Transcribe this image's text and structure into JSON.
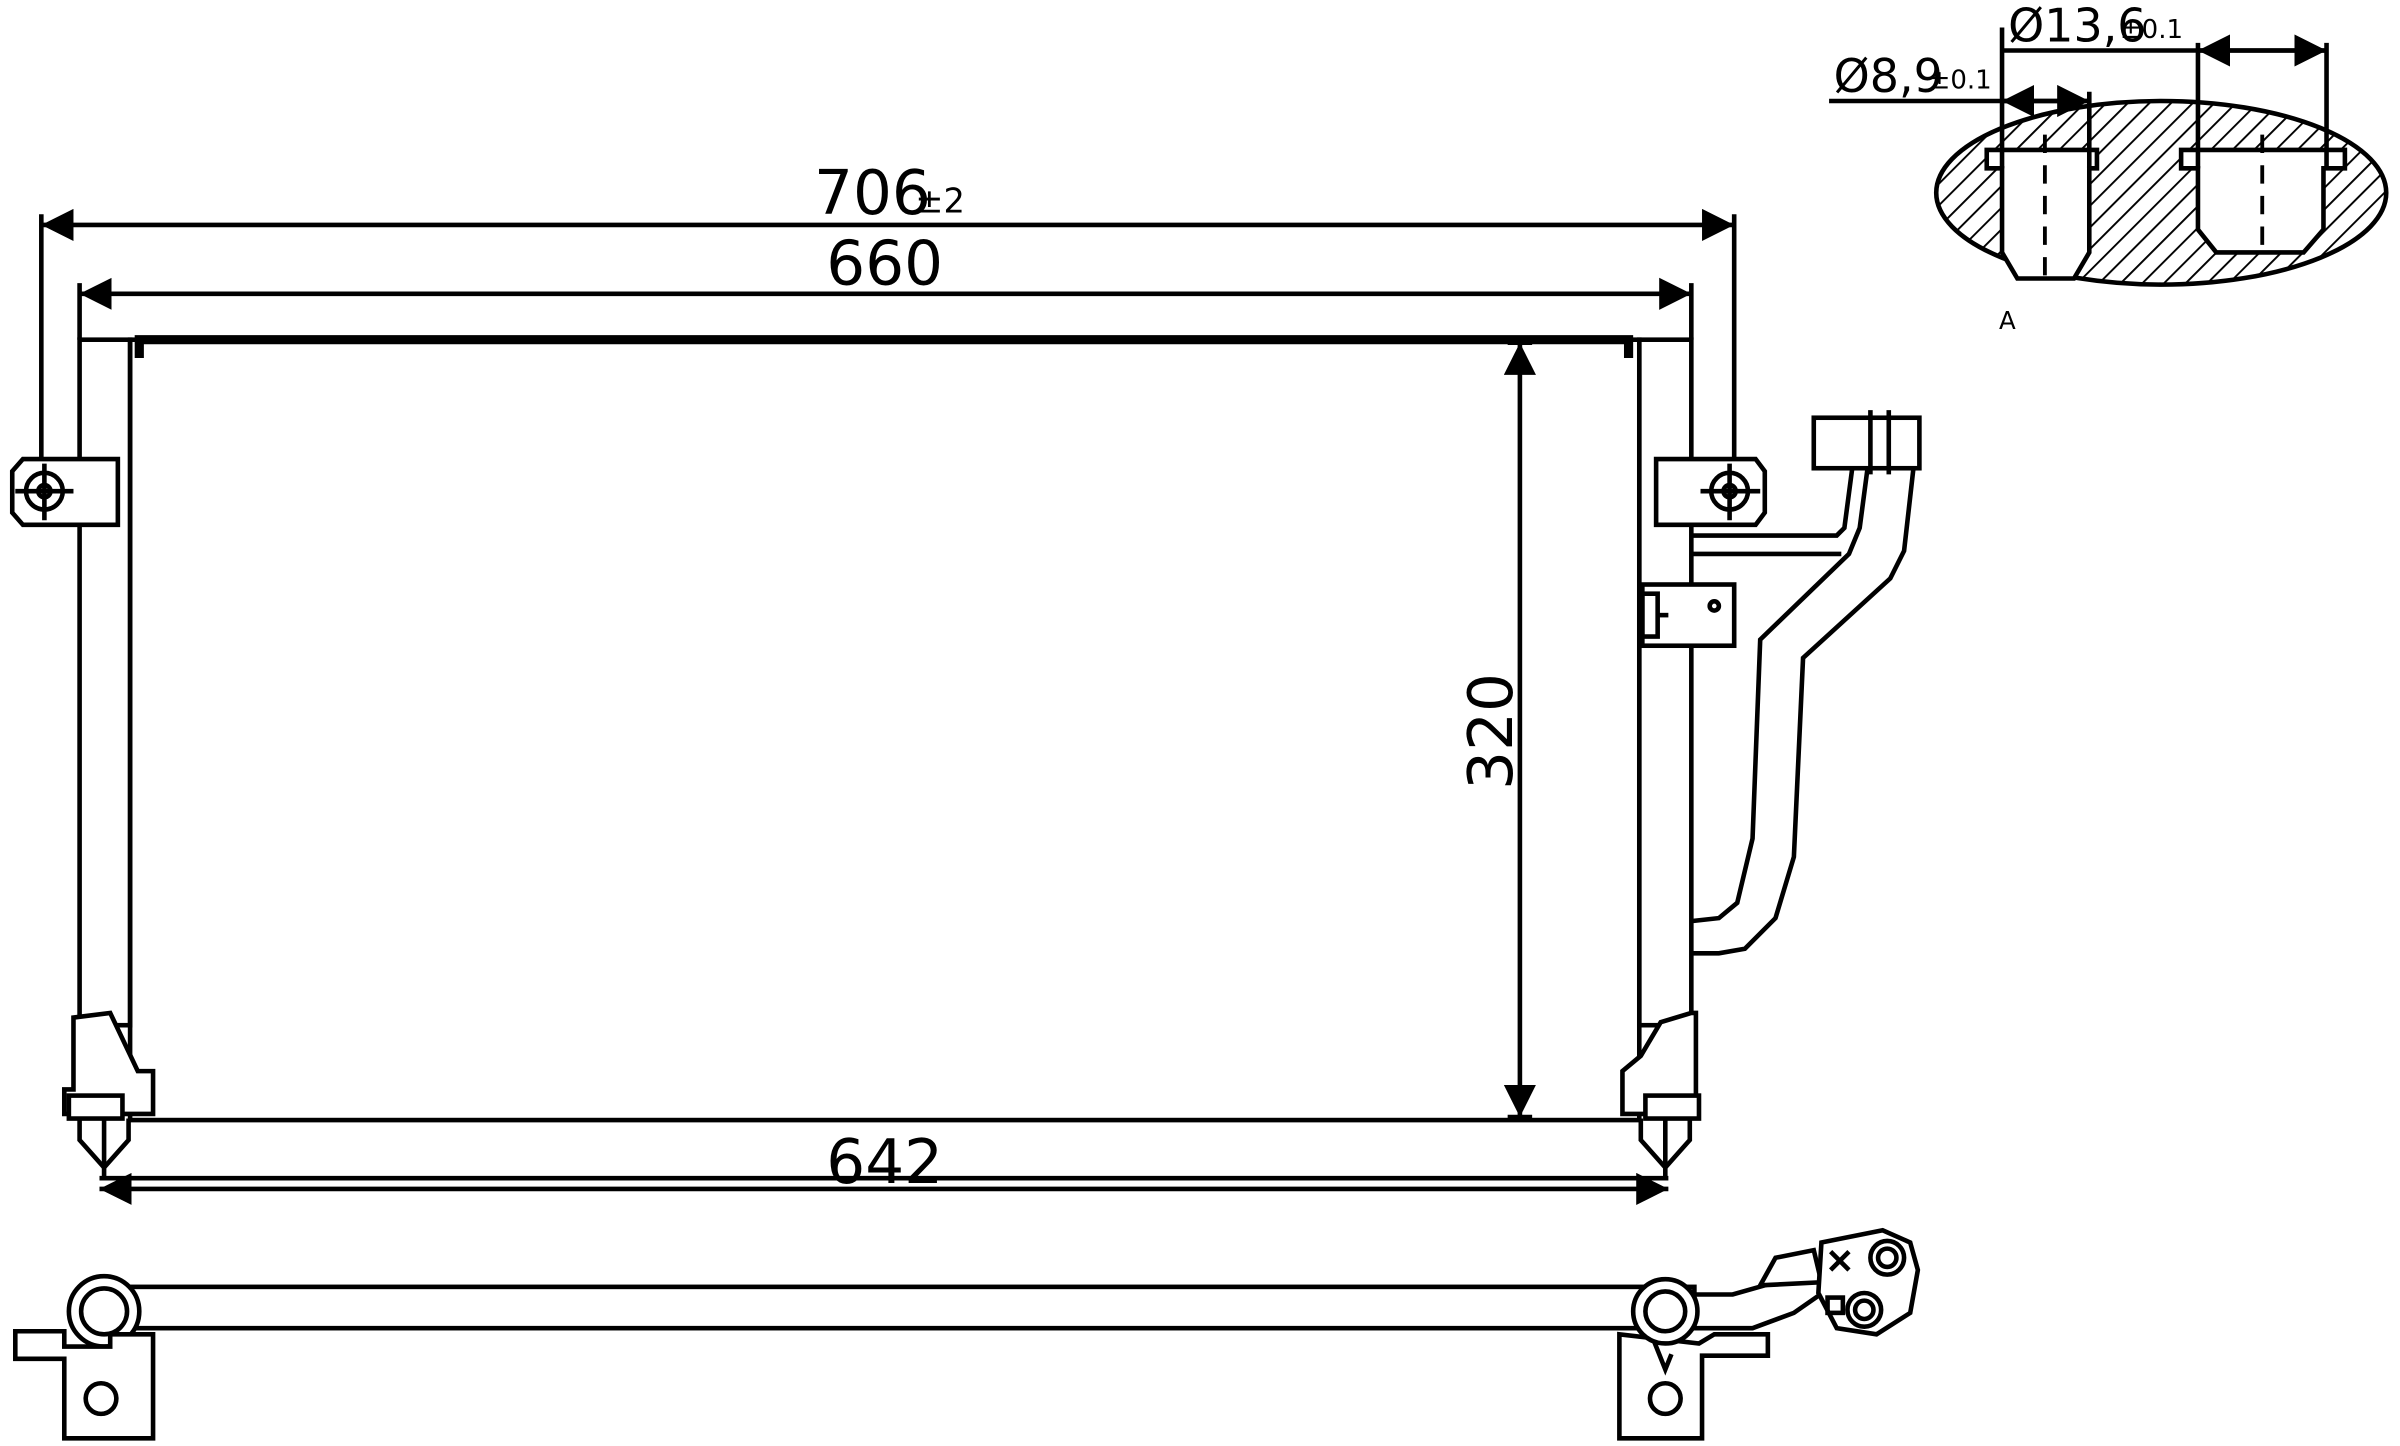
{
  "dimensions": {
    "overall_width": {
      "value": "706",
      "tolerance": "±2"
    },
    "core_width": {
      "value": "660"
    },
    "bottom_width": {
      "value": "642"
    },
    "core_height": {
      "value": "320"
    }
  },
  "detail": {
    "label": "A",
    "outer_diameter": {
      "value": "Ø13,6",
      "tolerance": "±0.1"
    },
    "inner_diameter": {
      "value": "Ø8,9",
      "tolerance": "±0.1"
    }
  },
  "colors": {
    "line": "#000000",
    "background": "#ffffff"
  }
}
